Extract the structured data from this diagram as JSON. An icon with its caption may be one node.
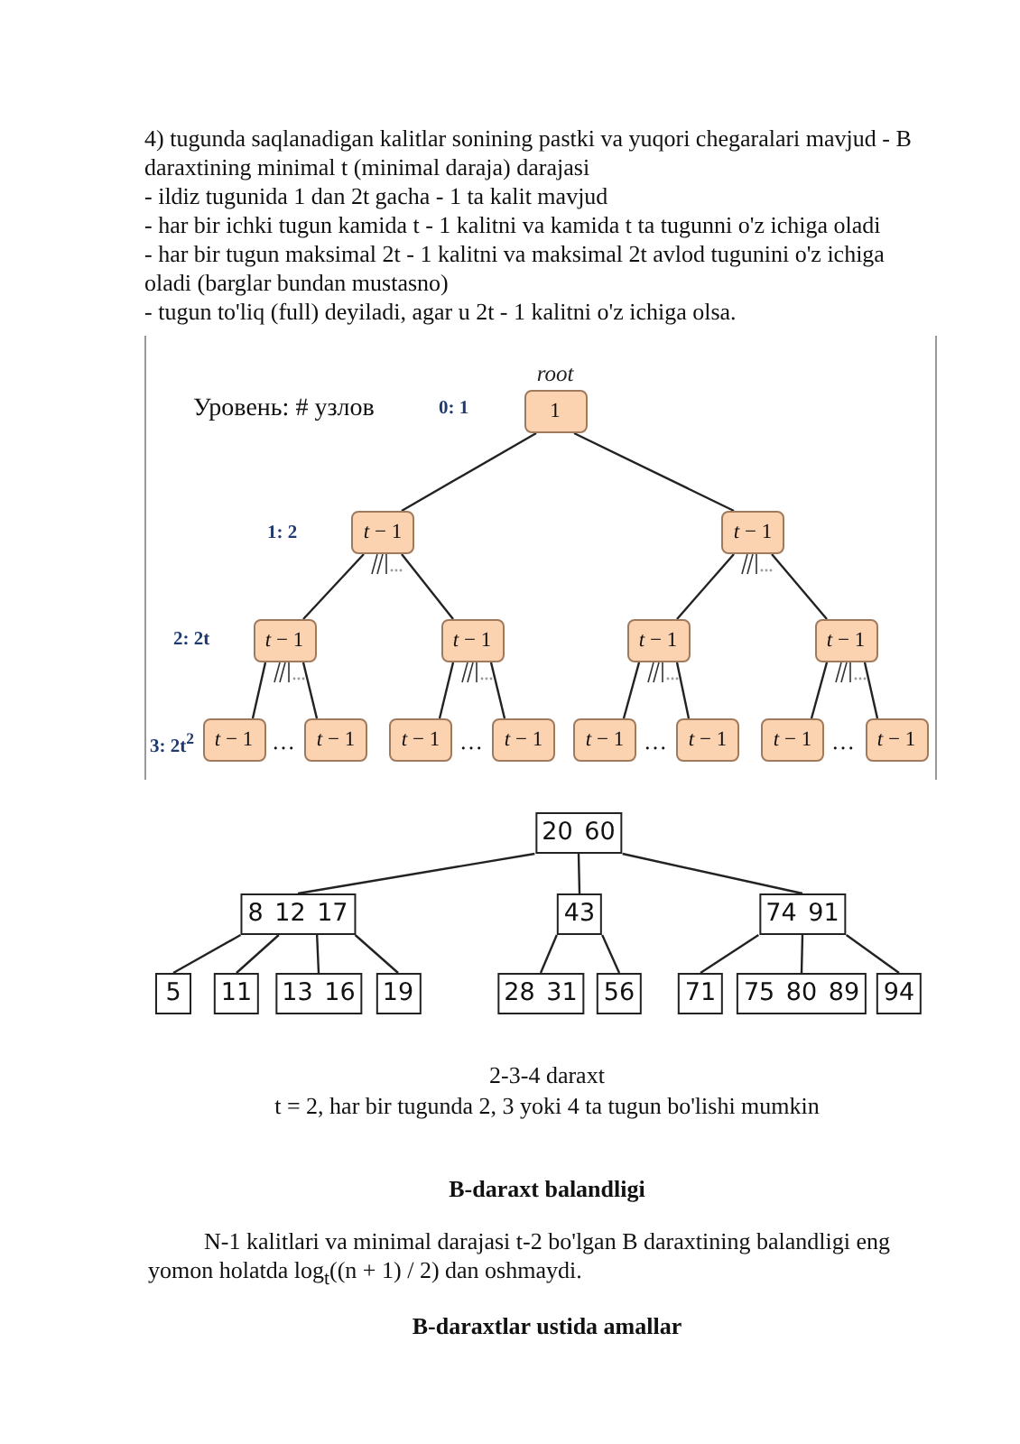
{
  "diagram": {
    "nodes": [
      {
        "text": [
          "1"
        ],
        "beside": [
          "root"
        ]
      },
      {
        "text": [
          "*t* − 1"
        ]
      },
      {
        "text": [
          "*t* − 1"
        ]
      },
      {
        "text": [
          "*t* − 1"
        ]
      },
      {
        "text": [
          "*t* − 1"
        ]
      },
      {
        "text": [
          "*t* − 1"
        ]
      },
      {
        "text": [
          "*t* − 1"
        ]
      },
      {
        "text": [
          "*t* − 1"
        ]
      },
      {
        "text": [
          "*t* − 1"
        ]
      },
      {
        "text": [
          "*t* − 1"
        ]
      },
      {
        "text": [
          "*t* − 1"
        ]
      },
      {
        "text": [
          "*t* − 1"
        ]
      },
      {
        "text": [
          "*t* − 1"
        ]
      },
      {
        "text": [
          "*t* − 1"
        ]
      },
      {
        "text": [
          "*t* − 1"
        ]
      },
      {
        "text": [
          "20 60"
        ]
      },
      {
        "text": [
          "8 12 17"
        ]
      },
      {
        "text": [
          "43"
        ]
      },
      {
        "text": [
          "74 91"
        ]
      },
      {
        "text": [
          "5"
        ]
      },
      {
        "text": [
          "11"
        ]
      },
      {
        "text": [
          "13 16"
        ]
      },
      {
        "text": [
          "19"
        ]
      },
      {
        "text": [
          "28 31"
        ]
      },
      {
        "text": [
          "56"
        ]
      },
      {
        "text": [
          "71"
        ]
      },
      {
        "text": [
          "75 80 89"
        ]
      },
      {
        "text": [
          "94"
        ]
      }
    ],
    "edges": [
      {
        "from": 0,
        "to": 1,
        "arrow": "none"
      },
      {
        "from": 0,
        "to": 2,
        "arrow": "none"
      },
      {
        "from": 1,
        "to": 3,
        "arrow": "none"
      },
      {
        "from": 1,
        "to": 4,
        "arrow": "none"
      },
      {
        "from": 2,
        "to": 5,
        "arrow": "none"
      },
      {
        "from": 2,
        "to": 6,
        "arrow": "none"
      },
      {
        "from": 3,
        "to": 7,
        "arrow": "none"
      },
      {
        "from": 3,
        "to": 8,
        "arrow": "none"
      },
      {
        "from": 4,
        "to": 9,
        "arrow": "none"
      },
      {
        "from": 4,
        "to": 10,
        "arrow": "none"
      },
      {
        "from": 5,
        "to": 11,
        "arrow": "none"
      },
      {
        "from": 5,
        "to": 12,
        "arrow": "none"
      },
      {
        "from": 6,
        "to": 13,
        "arrow": "none"
      },
      {
        "from": 6,
        "to": 14,
        "arrow": "none"
      },
      {
        "from": 15,
        "to": 16,
        "arrow": "none"
      },
      {
        "from": 15,
        "to": 17,
        "arrow": "none"
      },
      {
        "from": 15,
        "to": 18,
        "arrow": "none"
      },
      {
        "from": 16,
        "to": 19,
        "arrow": "none"
      },
      {
        "from": 16,
        "to": 20,
        "arrow": "none"
      },
      {
        "from": 16,
        "to": 21,
        "arrow": "none"
      },
      {
        "from": 16,
        "to": 22,
        "arrow": "none"
      },
      {
        "from": 17,
        "to": 23,
        "arrow": "none"
      },
      {
        "from": 17,
        "to": 24,
        "arrow": "none"
      },
      {
        "from": 18,
        "to": 25,
        "arrow": "none"
      },
      {
        "from": 18,
        "to": 26,
        "arrow": "none"
      },
      {
        "from": 18,
        "to": 27,
        "arrow": "none"
      }
    ],
    "labels": [
      "4) tugunda saqlanadigan kalitlar sonining pastki va yuqori chegaralari mavjud - B daraxtining minimal t (minimal daraja) darajasi",
      "- ildiz tugunida 1 dan 2t gacha - 1 ta kalit mavjud",
      "- har bir ichki tugun kamida t - 1 kalitni va kamida t ta tugunni o'z ichiga oladi",
      "- har bir tugun maksimal 2t - 1 kalitni va maksimal 2t avlod tugunini o'z ichiga oladi (barglar bundan mustasno)",
      "- tugun to'liq (full) deyiladi, agar u 2t - 1 kalitni o'z ichiga olsa.",
      "Уровень: # узлов",
      "0: 1",
      "1: 2",
      "2: 2t",
      "3: 2t$^{2}$",
      "…",
      "…",
      "…",
      "…",
      "2-3-4 daraxt",
      "t = 2, har bir tugunda 2, 3 yoki 4 ta tugun bo'lishi mumkin",
      "B-daraxt balandligi",
      "N-1 kalitlari va minimal darajasi t-2 bo'lgan B daraxtining balandligi eng yomon holatda log$_{t}$((n + 1) / 2) dan oshmaydi.",
      "B-daraxtlar ustida amallar"
    ]
  }
}
